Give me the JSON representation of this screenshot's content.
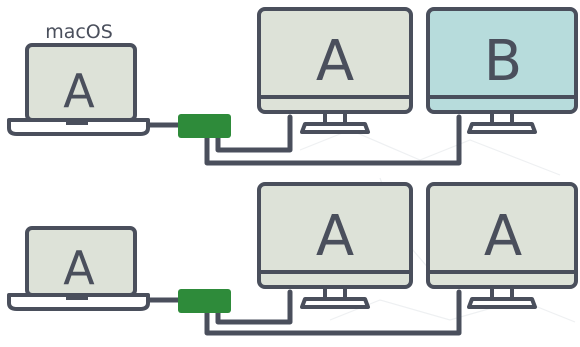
{
  "top_row": {
    "laptop": {
      "os_label": "macOS",
      "screen_letter": "A"
    },
    "monitors": [
      {
        "letter": "A",
        "screen_color": "#dde2d8"
      },
      {
        "letter": "B",
        "screen_color": "#b7dcdc"
      }
    ]
  },
  "bottom_row": {
    "laptop": {
      "os_label": "",
      "screen_letter": "A"
    },
    "monitors": [
      {
        "letter": "A",
        "screen_color": "#dde2d8"
      },
      {
        "letter": "A",
        "screen_color": "#dde2d8"
      }
    ]
  },
  "colors": {
    "outline": "#4a4f5c",
    "laptop_screen": "#dde2d8",
    "hub": "#2e8b3a",
    "cable": "#4a4f5c",
    "background_lines": "#eef0f2"
  }
}
